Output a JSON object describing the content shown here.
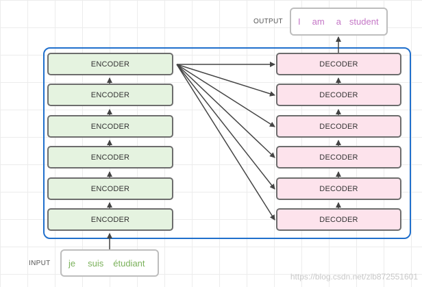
{
  "input": {
    "label": "INPUT",
    "words": [
      "je",
      "suis",
      "étudiant"
    ]
  },
  "output": {
    "label": "OUTPUT",
    "words": [
      "I",
      "am",
      "a",
      "student"
    ]
  },
  "encoders": [
    "ENCODER",
    "ENCODER",
    "ENCODER",
    "ENCODER",
    "ENCODER",
    "ENCODER"
  ],
  "decoders": [
    "DECODER",
    "DECODER",
    "DECODER",
    "DECODER",
    "DECODER",
    "DECODER"
  ],
  "watermark": "https://blog.csdn.net/zlb872551601",
  "colors": {
    "frame": "#1f6fcc",
    "encoder_fill": "#e5f3e0",
    "decoder_fill": "#fde3ec",
    "input_text": "#7ab15a",
    "output_text": "#c476c6",
    "arrow": "#444444"
  }
}
